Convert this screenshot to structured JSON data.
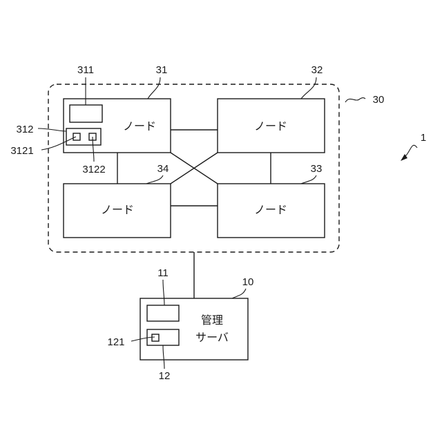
{
  "labels": {
    "node_text": "ノード",
    "server_line1": "管理",
    "server_line2": "サーバ"
  },
  "refs": {
    "system": "1",
    "cluster": "30",
    "node31": "31",
    "node32": "32",
    "node33": "33",
    "node34": "34",
    "part311": "311",
    "part312": "312",
    "part3121": "3121",
    "part3122": "3122",
    "server": "10",
    "part11": "11",
    "part12": "12",
    "part121": "121"
  }
}
